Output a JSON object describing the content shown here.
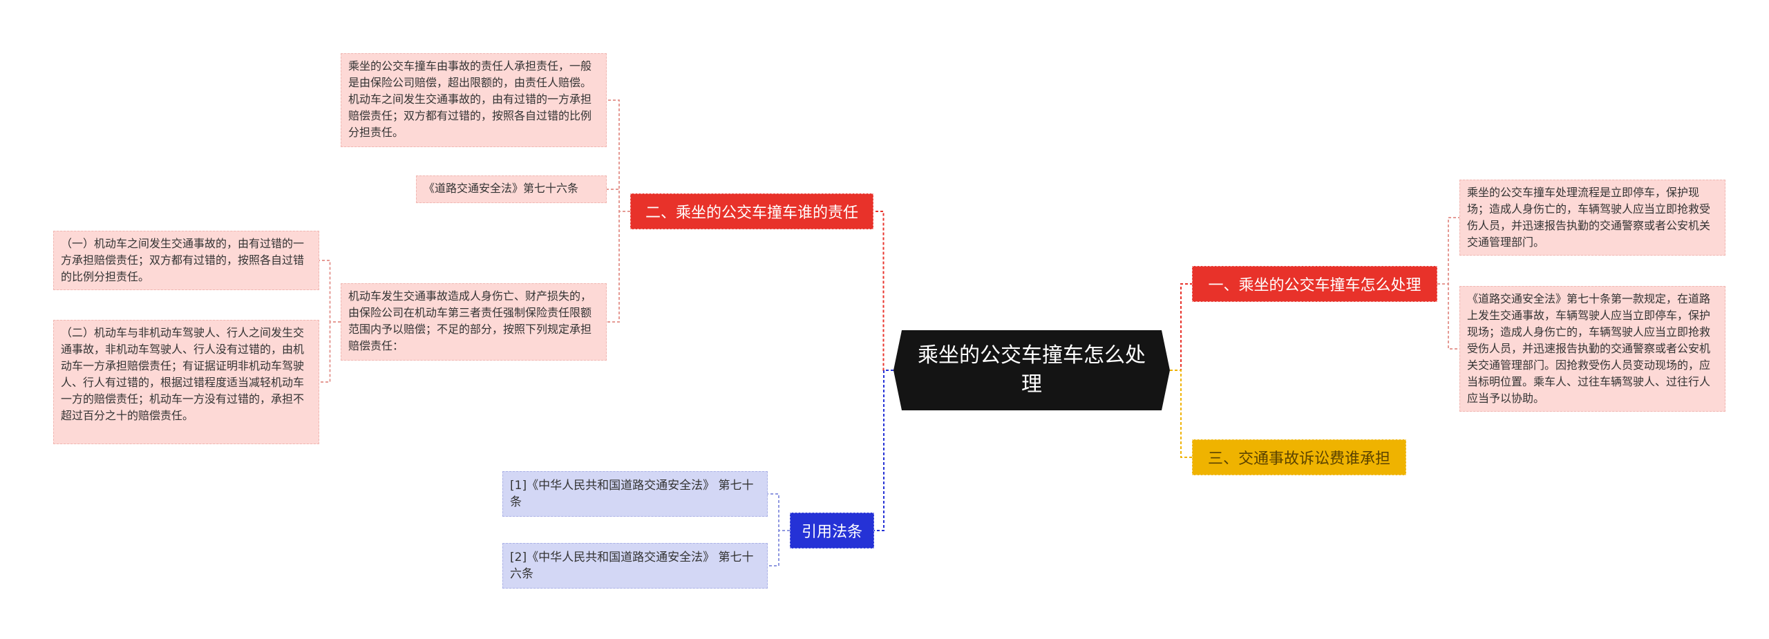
{
  "root": {
    "title": "乘坐的公交车撞车怎么处理"
  },
  "branches": {
    "b1": {
      "label": "一、乘坐的公交车撞车怎么处理",
      "color": "#e8322a"
    },
    "b2": {
      "label": "二、乘坐的公交车撞车谁的责任",
      "color": "#e8322a"
    },
    "b3": {
      "label": "三、交通事故诉讼费谁承担",
      "color": "#efb300"
    },
    "b4": {
      "label": "引用法条",
      "color": "#2532d6"
    }
  },
  "leaves": {
    "r1": "乘坐的公交车撞车处理流程是立即停车，保护现场；造成人身伤亡的，车辆驾驶人应当立即抢救受伤人员，并迅速报告执勤的交通警察或者公安机关交通管理部门。",
    "r2": "《道路交通安全法》第七十条第一款规定，在道路上发生交通事故，车辆驾驶人应当立即停车，保护现场；造成人身伤亡的，车辆驾驶人应当立即抢救受伤人员，并迅速报告执勤的交通警察或者公安机关交通管理部门。因抢救受伤人员变动现场的，应当标明位置。乘车人、过往车辆驾驶人、过往行人应当予以协助。",
    "l1": "乘坐的公交车撞车由事故的责任人承担责任，一般是由保险公司赔偿，超出限额的，由责任人赔偿。机动车之间发生交通事故的，由有过错的一方承担赔偿责任；双方都有过错的，按照各自过错的比例分担责任。",
    "l2": "《道路交通安全法》第七十六条",
    "l3": "机动车发生交通事故造成人身伤亡、财产损失的，由保险公司在机动车第三者责任强制保险责任限额范围内予以赔偿；不足的部分，按照下列规定承担赔偿责任：",
    "l3a": "（一）机动车之间发生交通事故的，由有过错的一方承担赔偿责任；双方都有过错的，按照各自过错的比例分担责任。",
    "l3b": "（二）机动车与非机动车驾驶人、行人之间发生交通事故，非机动车驾驶人、行人没有过错的，由机动车一方承担赔偿责任；有证据证明非机动车驾驶人、行人有过错的，根据过错程度适当减轻机动车一方的赔偿责任；机动车一方没有过错的，承担不超过百分之十的赔偿责任。",
    "c1": "[1]《中华人民共和国道路交通安全法》 第七十条",
    "c2": "[2]《中华人民共和国道路交通安全法》 第七十六条"
  },
  "colors": {
    "link_red": "#e8322a",
    "link_yellow": "#efb300",
    "link_blue": "#2532d6",
    "link_leaf_red": "#e59a94",
    "link_leaf_blue": "#8f98e0"
  }
}
